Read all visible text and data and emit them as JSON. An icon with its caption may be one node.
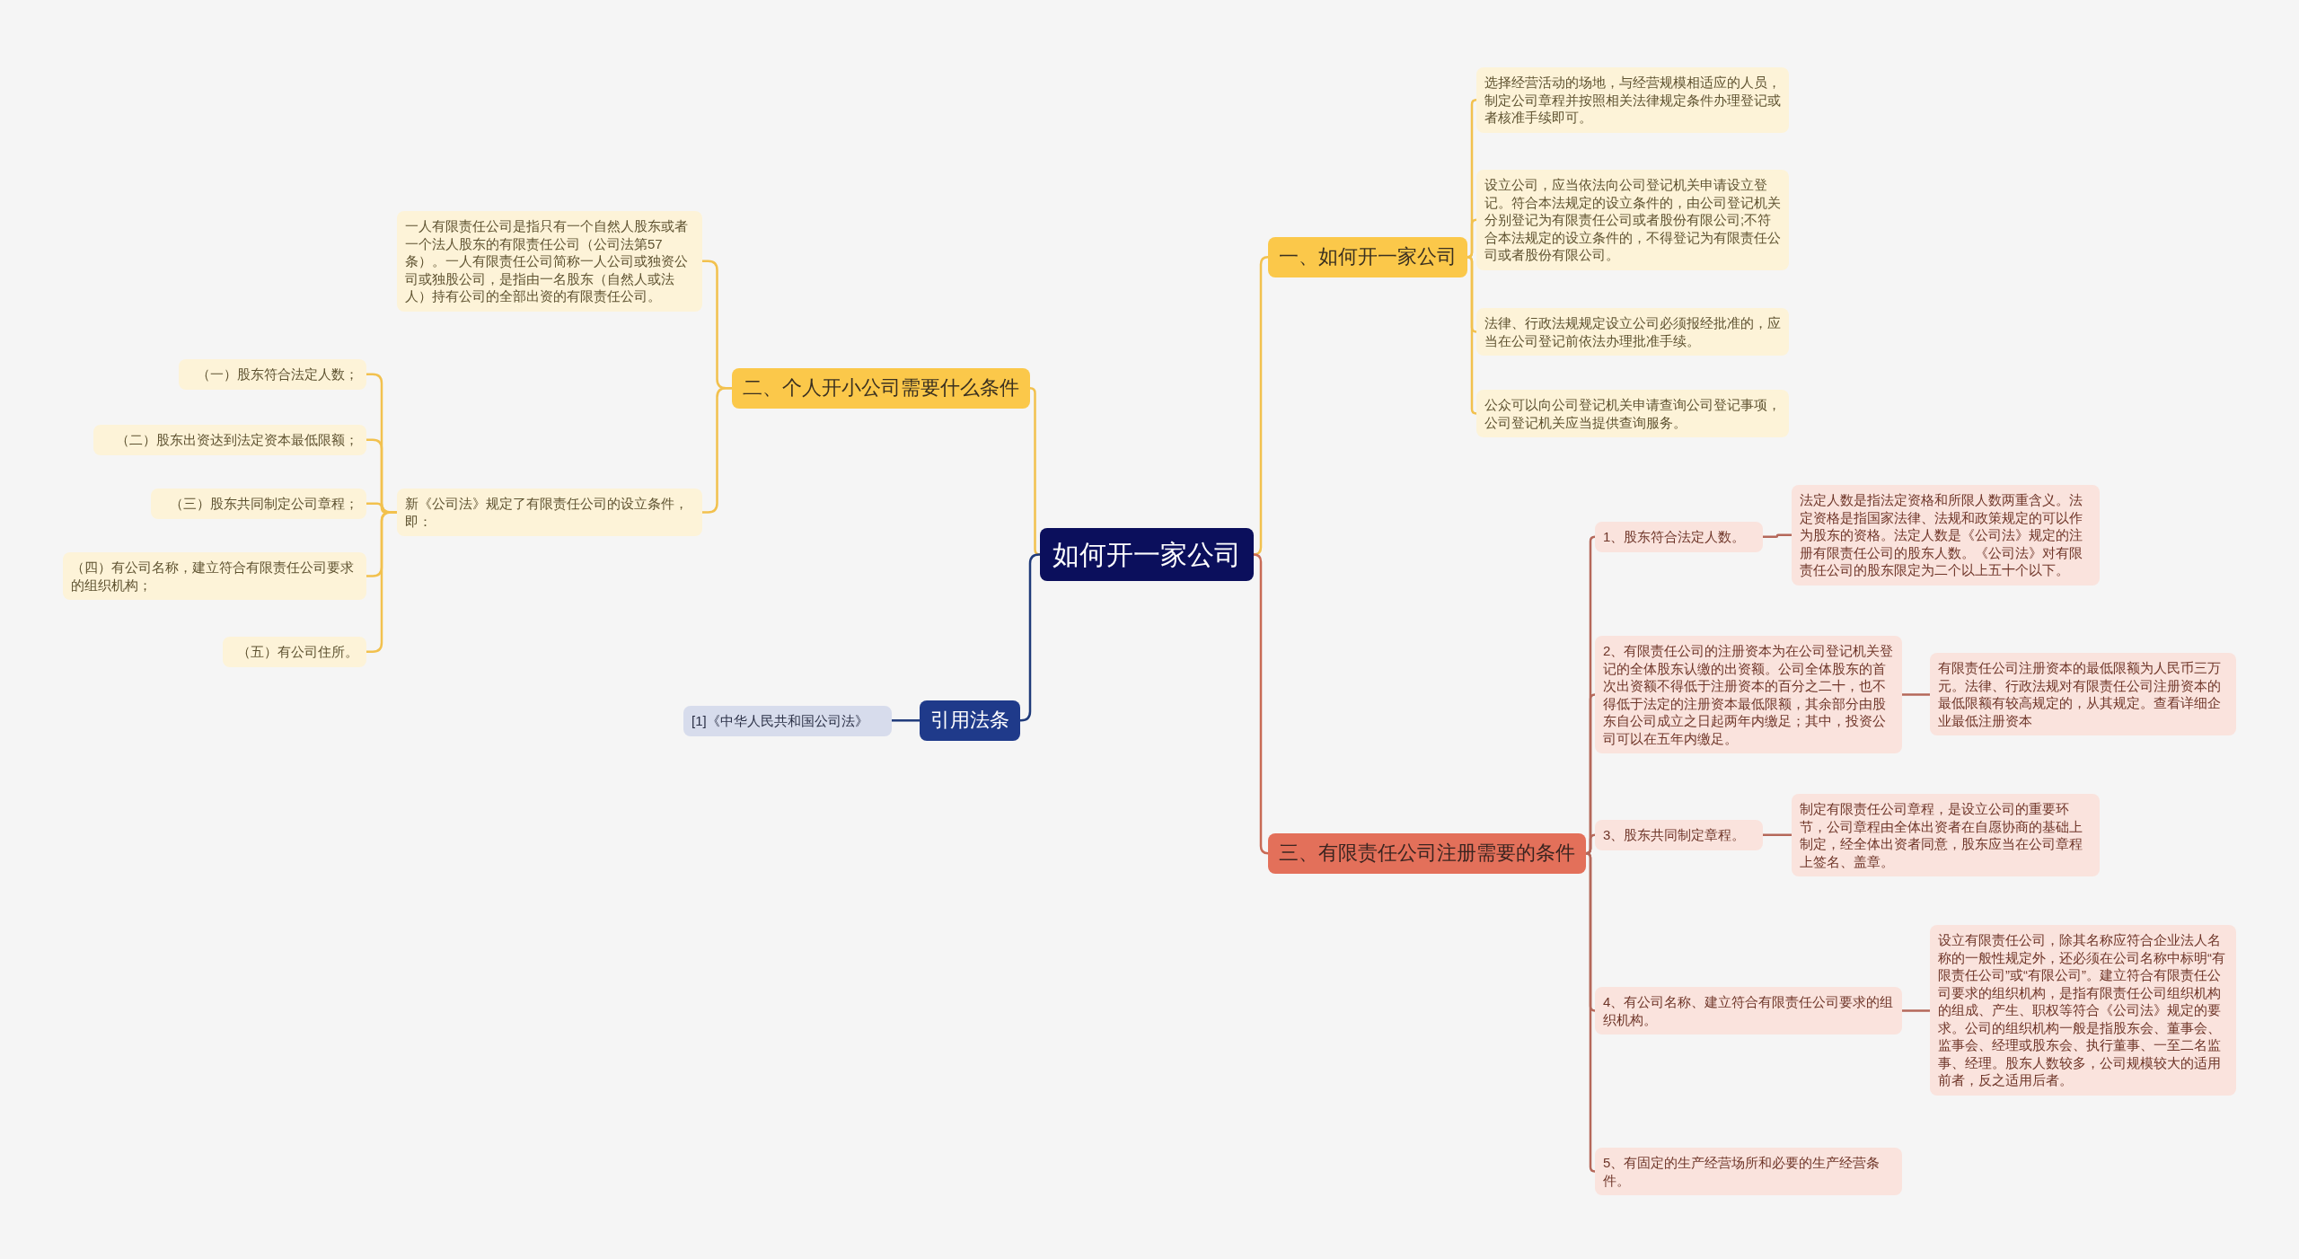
{
  "diagram": {
    "nodes": [
      {
        "text": [
          "如何开一家公司"
        ]
      },
      {
        "text": [
          "一、如何开一家公司"
        ]
      },
      {
        "text": [
          "选择经营活动的场地，与经营规模相适应的人员，制定公司章程并按照相关法律规定条件办理登记或者核准手续即可。"
        ]
      },
      {
        "text": [
          "设立公司，应当依法向公司登记机关申请设立登记。符合本法规定的设立条件的，由公司登记机关分别登记为有限责任公司或者股份有限公司;不符合本法规定的设立条件的，不得登记为有限责任公司或者股份有限公司。"
        ]
      },
      {
        "text": [
          "法律、行政法规规定设立公司必须报经批准的，应当在公司登记前依法办理批准手续。"
        ]
      },
      {
        "text": [
          "公众可以向公司登记机关申请查询公司登记事项，公司登记机关应当提供查询服务。"
        ]
      },
      {
        "text": [
          "二、个人开小公司需要什么条件"
        ]
      },
      {
        "text": [
          "一人有限责任公司是指只有一个自然人股东或者一个法人股东的有限责任公司（公司法第57条）。一人有限责任公司简称一人公司或独资公司或独股公司，是指由一名股东（自然人或法人）持有公司的全部出资的有限责任公司。"
        ]
      },
      {
        "text": [
          "新《公司法》规定了有限责任公司的设立条件，即："
        ]
      },
      {
        "text": [
          "（一）股东符合法定人数；"
        ]
      },
      {
        "text": [
          "（二）股东出资达到法定资本最低限额；"
        ]
      },
      {
        "text": [
          "（三）股东共同制定公司章程；"
        ]
      },
      {
        "text": [
          "（四）有公司名称，建立符合有限责任公司要求的组织机构；"
        ]
      },
      {
        "text": [
          "（五）有公司住所。"
        ]
      },
      {
        "text": [
          "引用法条"
        ]
      },
      {
        "text": [
          "[1]《中华人民共和国公司法》"
        ]
      },
      {
        "text": [
          "三、有限责任公司注册需要的条件"
        ]
      },
      {
        "text": [
          "1、股东符合法定人数。"
        ]
      },
      {
        "text": [
          "法定人数是指法定资格和所限人数两重含义。法定资格是指国家法律、法规和政策规定的可以作为股东的资格。法定人数是《公司法》规定的注册有限责任公司的股东人数。《公司法》对有限责任公司的股东限定为二个以上五十个以下。"
        ]
      },
      {
        "text": [
          "2、有限责任公司的注册资本为在公司登记机关登记的全体股东认缴的出资额。公司全体股东的首次出资额不得低于注册资本的百分之二十，也不得低于法定的注册资本最低限额，其余部分由股东自公司成立之日起两年内缴足；其中，投资公司可以在五年内缴足。"
        ]
      },
      {
        "text": [
          "有限责任公司注册资本的最低限额为人民币三万元。法律、行政法规对有限责任公司注册资本的最低限额有较高规定的，从其规定。查看详细企业最低注册资本"
        ]
      },
      {
        "text": [
          "3、股东共同制定章程。"
        ]
      },
      {
        "text": [
          "制定有限责任公司章程，是设立公司的重要环节，公司章程由全体出资者在自愿协商的基础上制定，经全体出资者同意，股东应当在公司章程上签名、盖章。"
        ]
      },
      {
        "text": [
          "4、有公司名称、建立符合有限责任公司要求的组织机构。"
        ]
      },
      {
        "text": [
          "设立有限责任公司，除其名称应符合企业法人名称的一般性规定外，还必须在公司名称中标明“有限责任公司”或“有限公司”。建立符合有限责任公司要求的组织机构，是指有限责任公司组织机构的组成、产生、职权等符合《公司法》规定的要求。公司的组织机构一般是指股东会、董事会、监事会、经理或股东会、执行董事、一至二名监事、经理。股东人数较多，公司规模较大的适用前者，反之适用后者。"
        ]
      },
      {
        "text": [
          "5、有固定的生产经营场所和必要的生产经营条件。"
        ]
      }
    ],
    "edges": [
      {
        "from": 0,
        "to": 1,
        "arrow": "none"
      },
      {
        "from": 1,
        "to": 2,
        "arrow": "none"
      },
      {
        "from": 1,
        "to": 3,
        "arrow": "none"
      },
      {
        "from": 1,
        "to": 4,
        "arrow": "none"
      },
      {
        "from": 1,
        "to": 5,
        "arrow": "none"
      },
      {
        "from": 0,
        "to": 6,
        "arrow": "none"
      },
      {
        "from": 6,
        "to": 7,
        "arrow": "none"
      },
      {
        "from": 6,
        "to": 8,
        "arrow": "none"
      },
      {
        "from": 8,
        "to": 9,
        "arrow": "none"
      },
      {
        "from": 8,
        "to": 10,
        "arrow": "none"
      },
      {
        "from": 8,
        "to": 11,
        "arrow": "none"
      },
      {
        "from": 8,
        "to": 12,
        "arrow": "none"
      },
      {
        "from": 8,
        "to": 13,
        "arrow": "none"
      },
      {
        "from": 0,
        "to": 14,
        "arrow": "none",
        "color": "#1f3a7a"
      },
      {
        "from": 14,
        "to": 15,
        "arrow": "none",
        "color": "#1f3a7a"
      },
      {
        "from": 0,
        "to": 16,
        "arrow": "none",
        "color": "#c86a55"
      },
      {
        "from": 16,
        "to": 17,
        "arrow": "none",
        "color": "#b5685a"
      },
      {
        "from": 17,
        "to": 18,
        "arrow": "none",
        "color": "#b5685a"
      },
      {
        "from": 16,
        "to": 19,
        "arrow": "none",
        "color": "#b5685a"
      },
      {
        "from": 19,
        "to": 20,
        "arrow": "none",
        "color": "#b5685a"
      },
      {
        "from": 16,
        "to": 21,
        "arrow": "none",
        "color": "#b5685a"
      },
      {
        "from": 21,
        "to": 22,
        "arrow": "none",
        "color": "#b5685a"
      },
      {
        "from": 16,
        "to": 23,
        "arrow": "none",
        "color": "#b5685a"
      },
      {
        "from": 23,
        "to": 24,
        "arrow": "none",
        "color": "#b5685a"
      },
      {
        "from": 16,
        "to": 25,
        "arrow": "none",
        "color": "#b5685a"
      }
    ]
  }
}
